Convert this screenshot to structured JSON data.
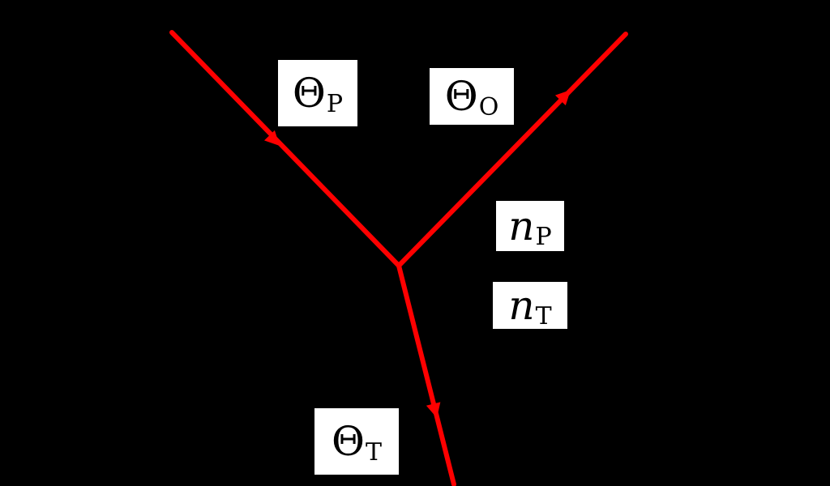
{
  "diagram": {
    "colors": {
      "background": "#000000",
      "ray": "#ff0000",
      "label_background": "#ffffff",
      "label_text": "#000000"
    },
    "labels": {
      "theta_p": {
        "symbol": "Θ",
        "subscript": "P"
      },
      "theta_o": {
        "symbol": "Θ",
        "subscript": "O"
      },
      "n_p": {
        "symbol": "n",
        "subscript": "P"
      },
      "n_t": {
        "symbol": "n",
        "subscript": "T"
      },
      "theta_t": {
        "symbol": "Θ",
        "subscript": "T"
      }
    }
  }
}
